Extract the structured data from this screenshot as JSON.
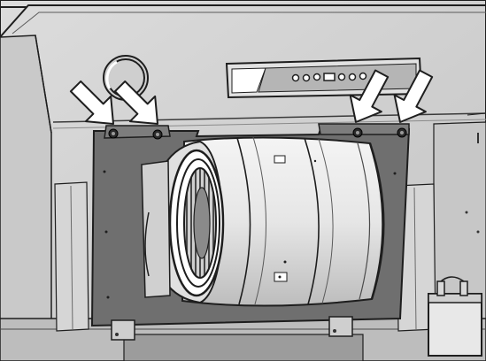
{
  "figure": {
    "subject": "blower-fan-assembly",
    "callouts": [
      {
        "name": "arrow-screw-1",
        "target": "mount-screw-1"
      },
      {
        "name": "arrow-screw-2",
        "target": "mount-screw-2"
      },
      {
        "name": "arrow-screw-3",
        "target": "mount-screw-3"
      },
      {
        "name": "arrow-screw-4",
        "target": "mount-screw-4"
      }
    ],
    "colors": {
      "cabinet": "#d4d4d4",
      "cabinet_dark": "#a9a9a9",
      "mounting_plate": "#6f6f6f",
      "blower_body": "#e9e9e9",
      "line": "#1e1e1e",
      "arrow_fill": "#ffffff"
    }
  }
}
